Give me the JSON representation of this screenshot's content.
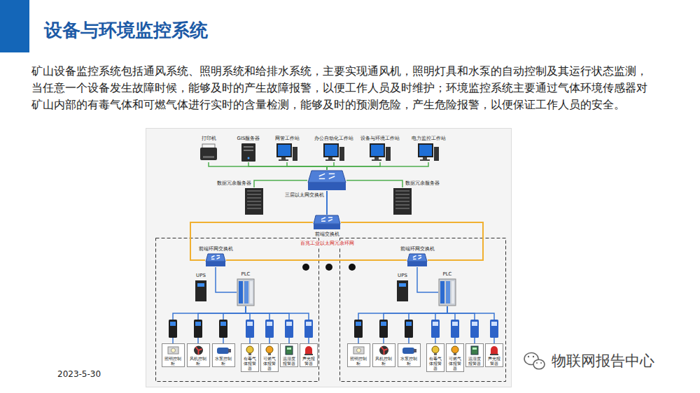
{
  "diagram": {
    "title": "设备与环境监控系统",
    "nodes": [
      {
        "text": [
          "打印机"
        ]
      },
      {
        "text": [
          "GIS服务器"
        ]
      },
      {
        "text": [
          "网管工作站"
        ]
      },
      {
        "text": [
          "办公自动化工作站"
        ]
      },
      {
        "text": [
          "设备与环境工作站"
        ]
      },
      {
        "text": [
          "电力监控工作站"
        ]
      },
      {
        "text": [
          "三层以太网交换机"
        ]
      },
      {
        "text": [
          "数据冗余服务器"
        ]
      },
      {
        "text": [
          "数据冗余服务器"
        ]
      },
      {
        "text": [
          "前端交换机"
        ]
      },
      {
        "text": [
          "前端环网交换机"
        ]
      },
      {
        "text": [
          "UPS"
        ]
      },
      {
        "text": [
          "PLC"
        ]
      },
      {
        "text": [
          "照明控制柜"
        ]
      },
      {
        "text": [
          "风机控制柜"
        ]
      },
      {
        "text": [
          "水泵控制柜"
        ]
      },
      {
        "text": [
          "有毒气体报警器"
        ]
      },
      {
        "text": [
          "可燃气体报警器"
        ]
      },
      {
        "text": [
          "温湿度报警器"
        ]
      },
      {
        "text": [
          "声光报警器"
        ]
      },
      {
        "text": [
          "前端环网交换机"
        ]
      },
      {
        "text": [
          "UPS"
        ]
      },
      {
        "text": [
          "PLC"
        ]
      },
      {
        "text": [
          "照明控制柜"
        ]
      },
      {
        "text": [
          "风机控制柜"
        ]
      },
      {
        "text": [
          "水泵控制柜"
        ]
      },
      {
        "text": [
          "有毒气体报警器"
        ]
      },
      {
        "text": [
          "可燃气体报警器"
        ]
      },
      {
        "text": [
          "温湿度报警器"
        ]
      },
      {
        "text": [
          "声光报警器"
        ]
      }
    ],
    "edges": [
      {
        "from": 0,
        "to": 6,
        "arrow": "none"
      },
      {
        "from": 1,
        "to": 6,
        "arrow": "none"
      },
      {
        "from": 2,
        "to": 6,
        "arrow": "none"
      },
      {
        "from": 3,
        "to": 6,
        "arrow": "none"
      },
      {
        "from": 4,
        "to": 6,
        "arrow": "none"
      },
      {
        "from": 5,
        "to": 6,
        "arrow": "none"
      },
      {
        "from": 6,
        "to": 7,
        "arrow": "none"
      },
      {
        "from": 6,
        "to": 8,
        "arrow": "none"
      },
      {
        "from": 6,
        "to": 9,
        "arrow": "none"
      },
      {
        "from": 9,
        "to": 10,
        "arrow": "none"
      },
      {
        "from": 9,
        "to": 20,
        "arrow": "none"
      },
      {
        "from": 10,
        "to": 20,
        "arrow": "none"
      },
      {
        "from": 10,
        "to": 12,
        "arrow": "none"
      },
      {
        "from": 12,
        "to": 13,
        "arrow": "none"
      },
      {
        "from": 12,
        "to": 14,
        "arrow": "none"
      },
      {
        "from": 12,
        "to": 15,
        "arrow": "none"
      },
      {
        "from": 12,
        "to": 16,
        "arrow": "none"
      },
      {
        "from": 12,
        "to": 17,
        "arrow": "none"
      },
      {
        "from": 12,
        "to": 18,
        "arrow": "none"
      },
      {
        "from": 12,
        "to": 19,
        "arrow": "none"
      },
      {
        "from": 20,
        "to": 22,
        "arrow": "none"
      },
      {
        "from": 22,
        "to": 23,
        "arrow": "none"
      },
      {
        "from": 22,
        "to": 24,
        "arrow": "none"
      },
      {
        "from": 22,
        "to": 25,
        "arrow": "none"
      },
      {
        "from": 22,
        "to": 26,
        "arrow": "none"
      },
      {
        "from": 22,
        "to": 27,
        "arrow": "none"
      },
      {
        "from": 22,
        "to": 28,
        "arrow": "none"
      },
      {
        "from": 22,
        "to": 29,
        "arrow": "none"
      }
    ],
    "labels": [
      "矿山设备监控系统包括通风系统、照明系统和给排水系统，主要实现通风机，照明灯具和水泵的自动控制及其运行状态监测，当任意一个设备发生故障时候，能够及时的产生故障报警，以便工作人员及时维护；环境监控系统主要通过气体环境传感器对矿山内部的有毒气体和可燃气体进行实时的含量检测，能够及时的预测危险，产生危险报警，以便保证工作人员的安全。",
      "百兆工业以太网冗余环网",
      "2023-5-30",
      "物联网报告中心"
    ]
  }
}
